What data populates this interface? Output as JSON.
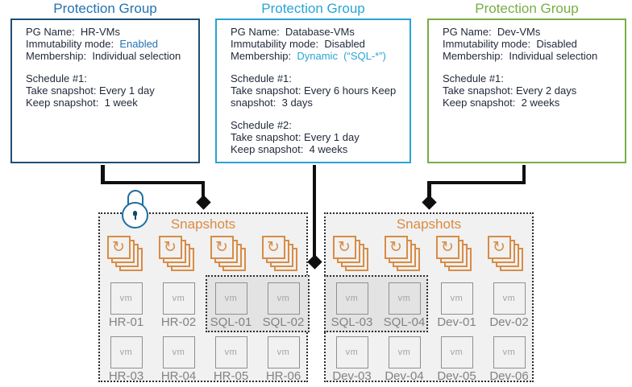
{
  "groups": [
    {
      "title": "Protection Group",
      "pg_name": "PG Name:  HR-VMs",
      "imm_label": "Immutability mode:  ",
      "imm_value": "Enabled",
      "mem_label": "Membership:  ",
      "mem_value": "Individual selection",
      "schedule1": [
        "Schedule #1:",
        "Take snapshot: Every 1 day",
        "Keep snapshot:  1 week"
      ]
    },
    {
      "title": "Protection Group",
      "pg_name": "PG Name:  Database-VMs",
      "imm_label": "Immutability mode:  ",
      "imm_value": "Disabled",
      "mem_label": "Membership:  ",
      "mem_value": "Dynamic  (“SQL-*”)",
      "schedule1": [
        "Schedule #1:",
        "Take snapshot: Every 6 hours Keep",
        "snapshot:  3 days"
      ],
      "schedule2": [
        "Schedule #2:",
        "Take snapshot: Every 1 day",
        "Keep snapshot:  4 weeks"
      ]
    },
    {
      "title": "Protection Group",
      "pg_name": "PG Name:  Dev-VMs",
      "imm_label": "Immutability mode:  ",
      "imm_value": "Disabled",
      "mem_label": "Membership:  ",
      "mem_value": "Individual selection",
      "schedule1": [
        "Schedule #1:",
        "Take snapshot: Every 2 days",
        "Keep snapshot:  2 weeks"
      ]
    }
  ],
  "pools": {
    "left": {
      "snapshots_label": "Snapshots",
      "rows": [
        [
          "HR-01",
          "HR-02",
          "SQL-01",
          "SQL-02"
        ],
        [
          "HR-03",
          "HR-04",
          "HR-05",
          "HR-06"
        ]
      ]
    },
    "right": {
      "snapshots_label": "Snapshots",
      "rows": [
        [
          "SQL-03",
          "SQL-04",
          "Dev-01",
          "Dev-02"
        ],
        [
          "Dev-03",
          "Dev-04",
          "Dev-05",
          "Dev-06"
        ]
      ]
    }
  },
  "vm_icon_label": "vm",
  "icons": {
    "snapshot_refresh_glyph": "↻"
  },
  "palette": {
    "group1_title_blue": "#2273b0",
    "group1_border_navy": "#1d4e74",
    "group2_cyan": "#29a5d6",
    "group3_green": "#78ae43",
    "body_text": "#1f2838",
    "snapshot_orange": "#d88c45",
    "vm_gray": "#8f8f8f",
    "lock_blue": "#1e6f9e",
    "connector_black": "#0f0f0f",
    "panel_fill": "#f1f1f1",
    "sql_highlight_fill": "#e3e3e3"
  }
}
